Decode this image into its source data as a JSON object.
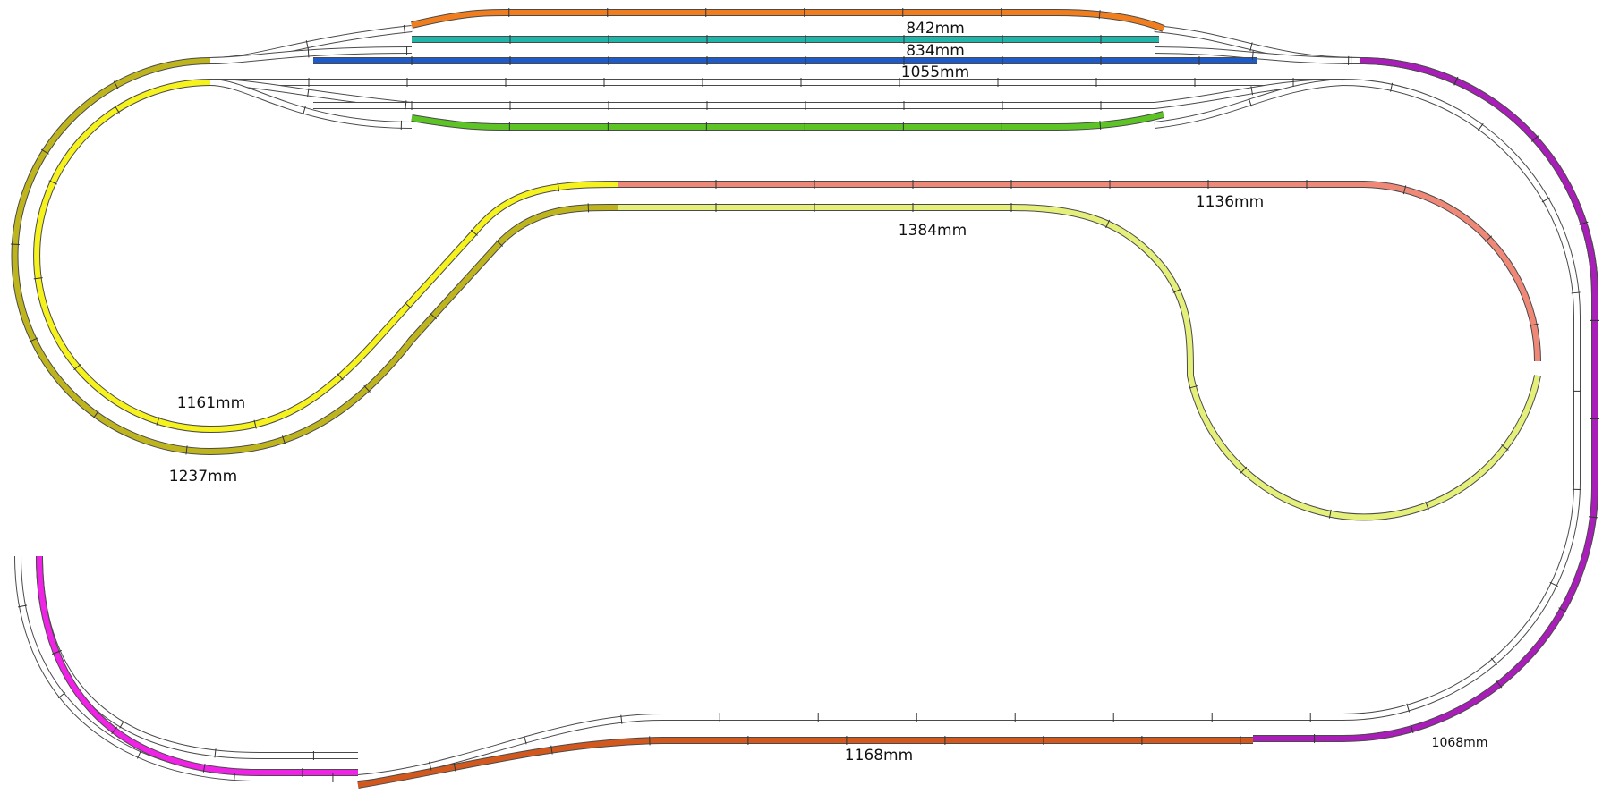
{
  "diagram": {
    "segments": [
      {
        "id": "siding-orange",
        "label": "842mm",
        "color": "#F07D1E"
      },
      {
        "id": "siding-teal",
        "label": "834mm",
        "color": "#1FB5A8"
      },
      {
        "id": "siding-blue",
        "label": "1055mm",
        "color": "#1E5AC8"
      },
      {
        "id": "siding-green",
        "label": "",
        "color": "#5CC424"
      },
      {
        "id": "yellow-loop",
        "label": "1161mm",
        "color": "#F5F21E"
      },
      {
        "id": "olive-loop",
        "label": "1237mm",
        "color": "#BEB51E"
      },
      {
        "id": "salmon-track",
        "label": "1136mm",
        "color": "#F08878"
      },
      {
        "id": "lime-track",
        "label": "1384mm",
        "color": "#E4F07A"
      },
      {
        "id": "purple-track",
        "label": "1068mm",
        "color": "#A91EB9"
      },
      {
        "id": "rust-track",
        "label": "1168mm",
        "color": "#D2581E"
      },
      {
        "id": "magenta-track",
        "label": "",
        "color": "#F022E6"
      }
    ],
    "plain_color": "#FFFFFF"
  }
}
